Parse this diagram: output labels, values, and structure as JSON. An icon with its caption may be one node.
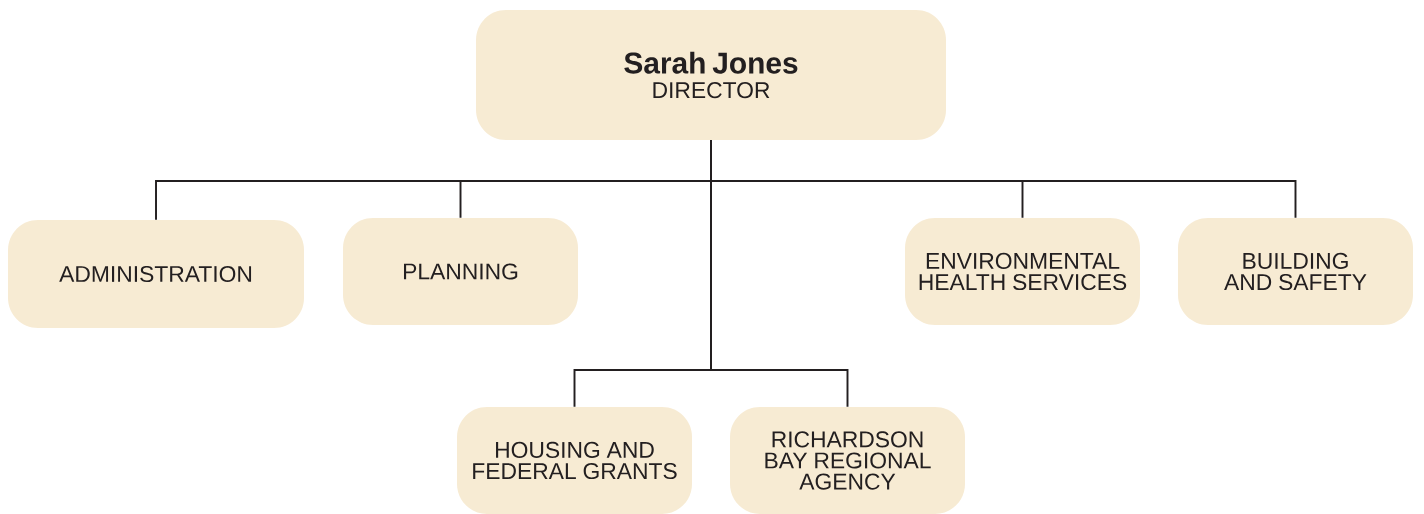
{
  "diagram": {
    "nodes": [
      {
        "text": [
          "Sarah Jones",
          "DIRECTOR"
        ]
      },
      {
        "text": [
          "ADMINISTRATION"
        ]
      },
      {
        "text": [
          "PLANNING"
        ]
      },
      {
        "text": [
          "ENVIRONMENTAL HEALTH SERVICES"
        ]
      },
      {
        "text": [
          "BUILDING AND SAFETY"
        ]
      },
      {
        "text": [
          "HOUSING AND FEDERAL GRANTS"
        ]
      },
      {
        "text": [
          "RICHARDSON BAY REGIONAL AGENCY"
        ]
      }
    ],
    "edges": [
      {
        "from": 0,
        "to": 1,
        "arrow": "none"
      },
      {
        "from": 0,
        "to": 2,
        "arrow": "none"
      },
      {
        "from": 0,
        "to": 3,
        "arrow": "none"
      },
      {
        "from": 0,
        "to": 4,
        "arrow": "none"
      },
      {
        "from": 0,
        "to": 5,
        "arrow": "none"
      },
      {
        "from": 0,
        "to": 6,
        "arrow": "none"
      }
    ]
  }
}
